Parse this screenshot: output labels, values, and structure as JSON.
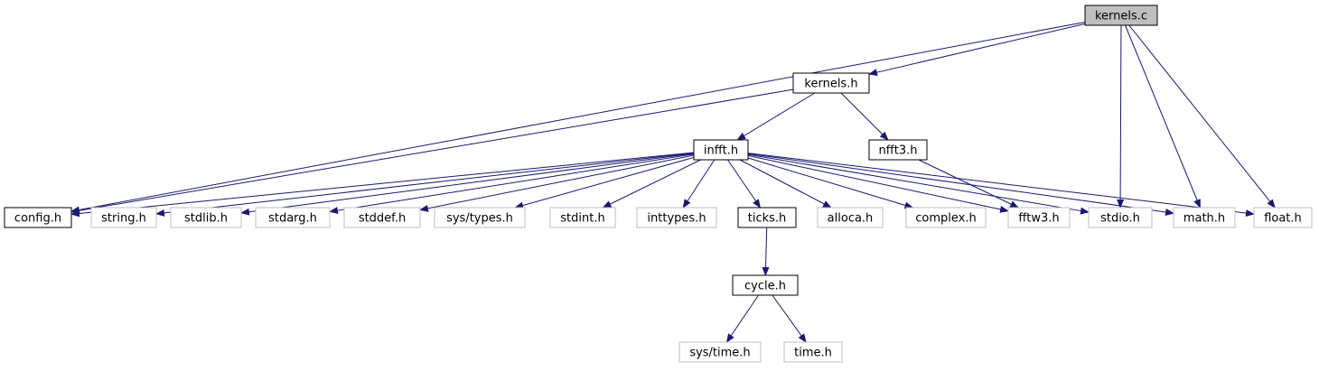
{
  "nodes": [
    {
      "id": "kernels_c",
      "label": "kernels.c",
      "style": "root"
    },
    {
      "id": "kernels_h",
      "label": "kernels.h",
      "style": "doc"
    },
    {
      "id": "infft_h",
      "label": "infft.h",
      "style": "doc"
    },
    {
      "id": "nfft3_h",
      "label": "nfft3.h",
      "style": "doc"
    },
    {
      "id": "config_h",
      "label": "config.h",
      "style": "doc"
    },
    {
      "id": "string_h",
      "label": "string.h",
      "style": "ext"
    },
    {
      "id": "stdlib_h",
      "label": "stdlib.h",
      "style": "ext"
    },
    {
      "id": "stdarg_h",
      "label": "stdarg.h",
      "style": "ext"
    },
    {
      "id": "stddef_h",
      "label": "stddef.h",
      "style": "ext"
    },
    {
      "id": "systypes_h",
      "label": "sys/types.h",
      "style": "ext"
    },
    {
      "id": "stdint_h",
      "label": "stdint.h",
      "style": "ext"
    },
    {
      "id": "inttypes_h",
      "label": "inttypes.h",
      "style": "ext"
    },
    {
      "id": "ticks_h",
      "label": "ticks.h",
      "style": "doc"
    },
    {
      "id": "alloca_h",
      "label": "alloca.h",
      "style": "ext"
    },
    {
      "id": "complex_h",
      "label": "complex.h",
      "style": "ext"
    },
    {
      "id": "fftw3_h",
      "label": "fftw3.h",
      "style": "ext"
    },
    {
      "id": "stdio_h",
      "label": "stdio.h",
      "style": "ext"
    },
    {
      "id": "math_h",
      "label": "math.h",
      "style": "ext"
    },
    {
      "id": "float_h",
      "label": "float.h",
      "style": "ext"
    },
    {
      "id": "cycle_h",
      "label": "cycle.h",
      "style": "doc"
    },
    {
      "id": "systime_h",
      "label": "sys/time.h",
      "style": "ext"
    },
    {
      "id": "time_h",
      "label": "time.h",
      "style": "ext"
    }
  ],
  "edges": [
    {
      "from": "kernels_c",
      "to": "kernels_h"
    },
    {
      "from": "kernels_c",
      "to": "config_h"
    },
    {
      "from": "kernels_c",
      "to": "stdio_h"
    },
    {
      "from": "kernels_c",
      "to": "math_h"
    },
    {
      "from": "kernels_c",
      "to": "float_h"
    },
    {
      "from": "kernels_h",
      "to": "config_h"
    },
    {
      "from": "kernels_h",
      "to": "infft_h"
    },
    {
      "from": "kernels_h",
      "to": "nfft3_h"
    },
    {
      "from": "infft_h",
      "to": "config_h"
    },
    {
      "from": "infft_h",
      "to": "string_h"
    },
    {
      "from": "infft_h",
      "to": "stdlib_h"
    },
    {
      "from": "infft_h",
      "to": "stdarg_h"
    },
    {
      "from": "infft_h",
      "to": "stddef_h"
    },
    {
      "from": "infft_h",
      "to": "systypes_h"
    },
    {
      "from": "infft_h",
      "to": "stdint_h"
    },
    {
      "from": "infft_h",
      "to": "inttypes_h"
    },
    {
      "from": "infft_h",
      "to": "ticks_h"
    },
    {
      "from": "infft_h",
      "to": "alloca_h"
    },
    {
      "from": "infft_h",
      "to": "complex_h"
    },
    {
      "from": "infft_h",
      "to": "fftw3_h"
    },
    {
      "from": "infft_h",
      "to": "stdio_h"
    },
    {
      "from": "infft_h",
      "to": "math_h"
    },
    {
      "from": "infft_h",
      "to": "float_h"
    },
    {
      "from": "nfft3_h",
      "to": "fftw3_h"
    },
    {
      "from": "ticks_h",
      "to": "cycle_h"
    },
    {
      "from": "cycle_h",
      "to": "systime_h"
    },
    {
      "from": "cycle_h",
      "to": "time_h"
    }
  ],
  "colors": {
    "edge": "#191970",
    "root_fill": "#bfbfbf",
    "doc_border": "#000000",
    "ext_border": "#bfbfbf",
    "ext_text": "#000000"
  }
}
